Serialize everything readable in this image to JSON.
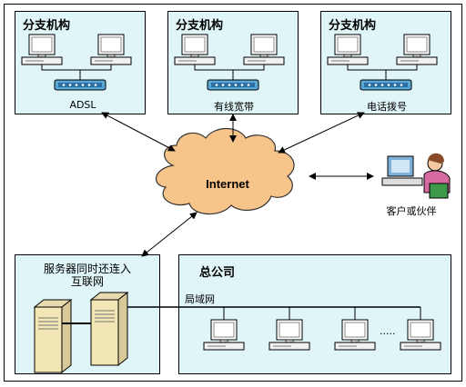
{
  "branches": [
    {
      "title": "分支机构",
      "connection": "ADSL"
    },
    {
      "title": "分支机构",
      "connection": "有线宽带"
    },
    {
      "title": "分支机构",
      "connection": "电话拨号"
    }
  ],
  "internet": {
    "label": "Internet"
  },
  "client": {
    "label": "客户或伙伴"
  },
  "server_box": {
    "title": "服务器同时还连入",
    "title_line2": "互联网"
  },
  "hq": {
    "title": "总公司",
    "lan_label": "局域网",
    "ellipsis": "·····"
  },
  "colors": {
    "box_fill": "#dff5f7",
    "cloud_fill": "#f7c48a",
    "modem_fill": "#5aa7d6",
    "monitor_screen": "#ffffff",
    "server_fill": "#f3e6b5"
  }
}
